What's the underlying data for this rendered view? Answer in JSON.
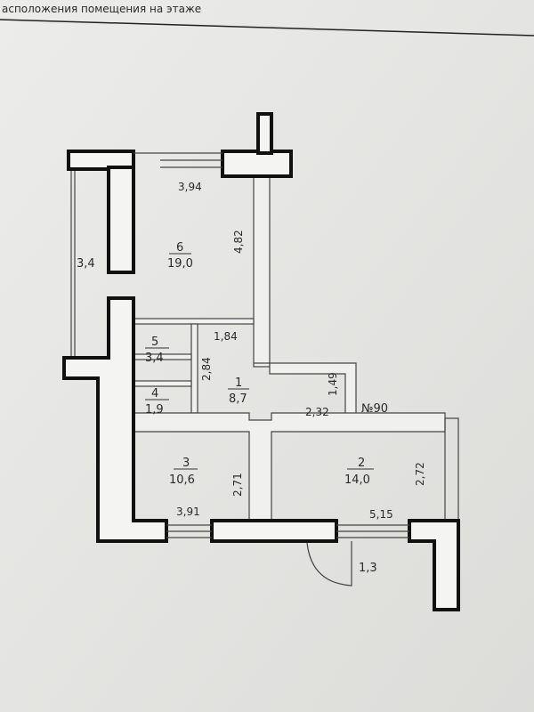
{
  "header": {
    "title": "асположения помещения на этаже"
  },
  "plan": {
    "apartment_number": "№90",
    "rooms": [
      {
        "number": "1",
        "area": "8,7"
      },
      {
        "number": "2",
        "area": "14,0"
      },
      {
        "number": "3",
        "area": "10,6"
      },
      {
        "number": "4",
        "area": "1,9"
      },
      {
        "number": "5",
        "area": "3,4"
      },
      {
        "number": "6",
        "area": "19,0"
      }
    ],
    "balconies": {
      "left": "3,4",
      "bottom": "1,3"
    },
    "dimensions": {
      "d394": "3,94",
      "d482": "4,82",
      "d184": "1,84",
      "d284": "2,84",
      "d149": "1,49",
      "d232": "2,32",
      "d271": "2,71",
      "d272": "2,72",
      "d391": "3,91",
      "d515": "5,15"
    }
  }
}
